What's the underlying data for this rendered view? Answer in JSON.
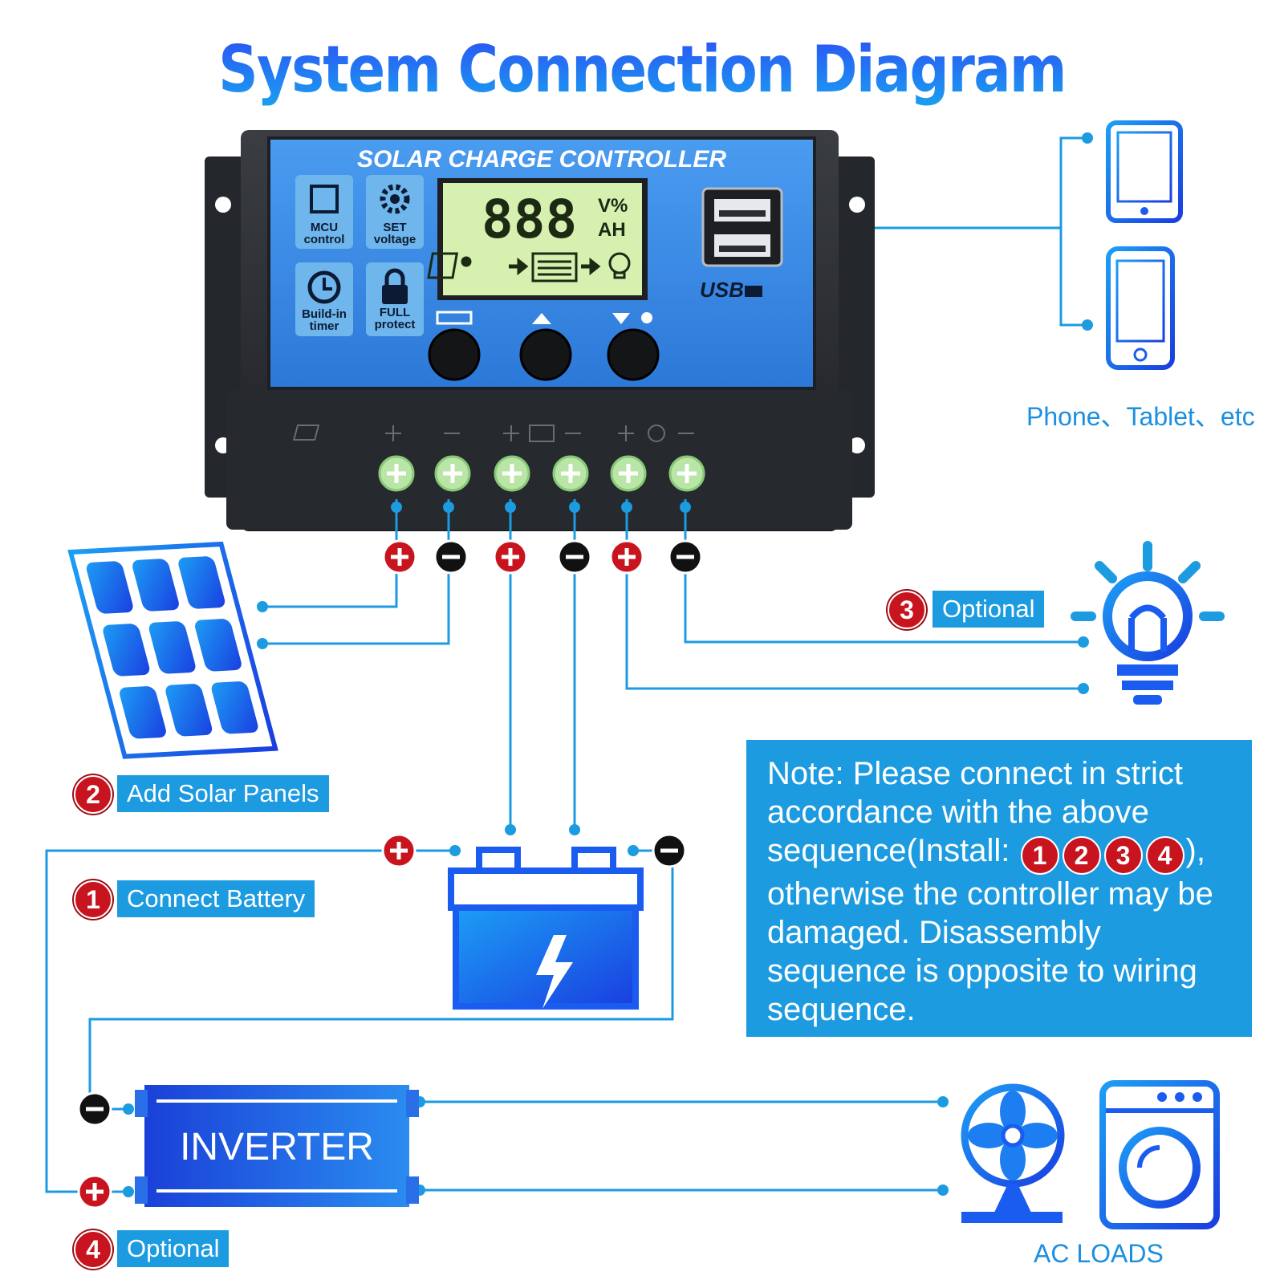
{
  "title": "System Connection Diagram",
  "controller": {
    "name": "SOLAR CHARGE CONTROLLER",
    "features": [
      {
        "line1": "MCU",
        "line2": "control"
      },
      {
        "line1": "SET",
        "line2": "voltage"
      },
      {
        "line1": "Build-in",
        "line2": "timer"
      },
      {
        "line1": "FULL",
        "line2": "protect"
      }
    ],
    "lcd_digits": "888",
    "lcd_unit1": "V%",
    "lcd_unit2": "AH",
    "usb_label": "USB"
  },
  "devices_label": "Phone、Tablet、etc",
  "steps": [
    {
      "num": "1",
      "label": "Connect Battery"
    },
    {
      "num": "2",
      "label": "Add Solar Panels"
    },
    {
      "num": "3",
      "label": "Optional"
    },
    {
      "num": "4",
      "label": "Optional"
    }
  ],
  "note": {
    "text_before": "Note: Please connect in strict accordance with the above sequence(Install: ",
    "nums": [
      "1",
      "2",
      "3",
      "4"
    ],
    "text_after": "), otherwise the controller may be damaged. Disassembly sequence is opposite to wiring sequence."
  },
  "inverter_label": "INVERTER",
  "ac_loads_label": "AC LOADS",
  "colors": {
    "accent_blue": "#1c9be0",
    "icon_blue": "#1a5cf0",
    "positive_red": "#c8141e",
    "negative_black": "#111111",
    "controller_body": "#2a2d32",
    "controller_face": "#3a8ee8",
    "lcd_green": "#d6f0b0"
  }
}
